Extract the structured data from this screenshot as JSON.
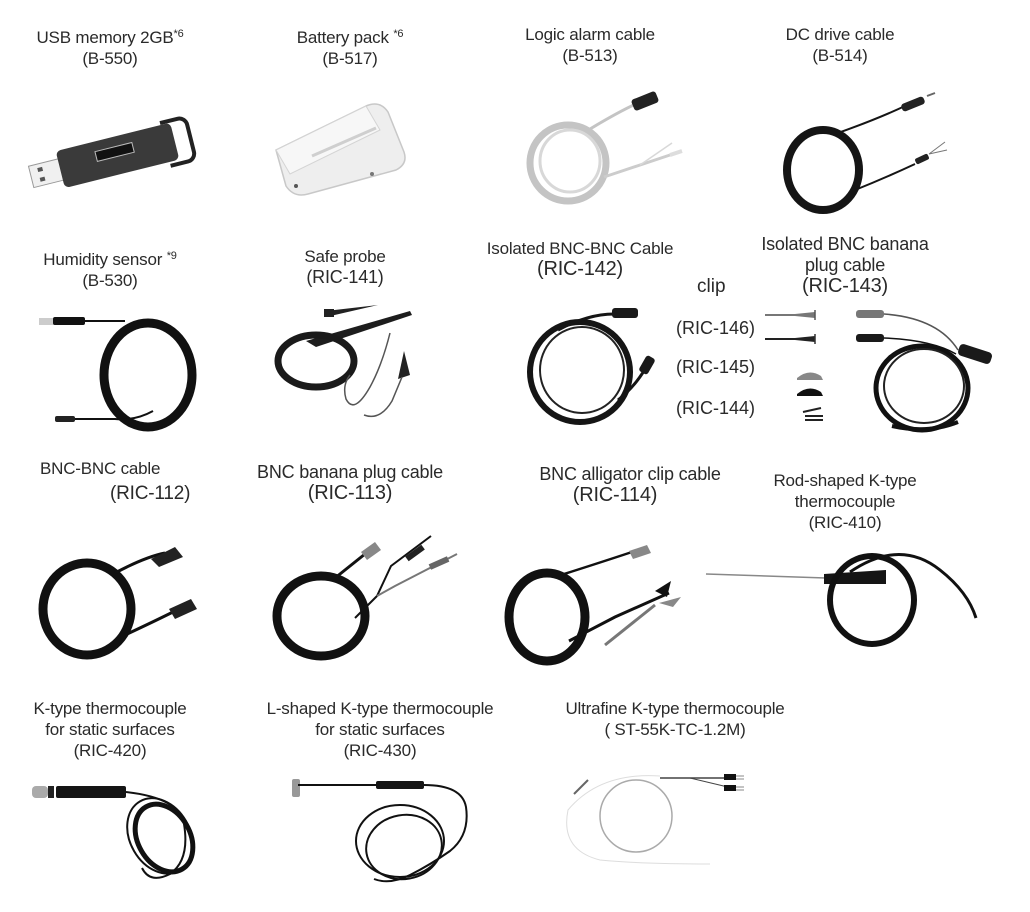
{
  "page_title": "Optional accessories",
  "items": [
    {
      "name": "USB memory 2GB",
      "note": "*6",
      "code": "(B-550)",
      "icon": "usb-memory-icon"
    },
    {
      "name": "Battery pack",
      "note": "*6",
      "code": "(B-517)",
      "icon": "battery-pack-icon"
    },
    {
      "name": "Logic alarm cable",
      "note": "",
      "code": "(B-513)",
      "icon": "logic-alarm-cable-icon"
    },
    {
      "name": "DC drive cable",
      "note": "",
      "code": "(B-514)",
      "icon": "dc-drive-cable-icon"
    },
    {
      "name": "Humidity sensor",
      "note": "*9",
      "code": "(B-530)",
      "icon": "humidity-sensor-icon"
    },
    {
      "name": "Safe probe",
      "note": "",
      "code": "(RIC-141)",
      "icon": "safe-probe-icon"
    },
    {
      "name": "Isolated BNC-BNC Cable",
      "note": "",
      "code": "(RIC-142)",
      "icon": "isolated-bnc-cable-icon"
    },
    {
      "name_line1": "Isolated BNC banana",
      "name_line2": "plug cable",
      "note": "",
      "code": "(RIC-143)",
      "icon": "isolated-bnc-banana-cable-icon"
    },
    {
      "name": "BNC-BNC cable",
      "note": "",
      "code": "(RIC-112)",
      "icon": "bnc-bnc-cable-icon"
    },
    {
      "name": "BNC banana plug cable",
      "note": "",
      "code": "(RIC-113)",
      "icon": "bnc-banana-cable-icon"
    },
    {
      "name": "BNC alligator clip cable",
      "note": "",
      "code": "(RIC-114)",
      "icon": "bnc-alligator-cable-icon"
    },
    {
      "name_line1": "Rod-shaped K-type",
      "name_line2": "thermocouple",
      "note": "",
      "code": "(RIC-410)",
      "icon": "rod-thermocouple-icon"
    },
    {
      "name_line1": "K-type thermocouple",
      "name_line2": "for static surfaces",
      "note": "",
      "code": "(RIC-420)",
      "icon": "surface-thermocouple-icon"
    },
    {
      "name_line1": "L-shaped K-type thermocouple",
      "name_line2": "for static surfaces",
      "note": "",
      "code": "(RIC-430)",
      "icon": "l-shaped-thermocouple-icon"
    },
    {
      "name": "Ultrafine K-type thermocouple",
      "note": "",
      "code": "( ST-55K-TC-1.2M)",
      "icon": "ultrafine-thermocouple-icon"
    }
  ],
  "clip": {
    "heading": "clip",
    "variants": [
      {
        "code": "(RIC-146)",
        "icon": "probe-clip-icon"
      },
      {
        "code": "(RIC-145)",
        "icon": "alligator-clip-icon"
      },
      {
        "code": "(RIC-144)",
        "icon": "hook-clip-icon"
      }
    ]
  },
  "colors": {
    "text": "#2a2a2a",
    "cable": "#111111",
    "background": "#ffffff"
  }
}
